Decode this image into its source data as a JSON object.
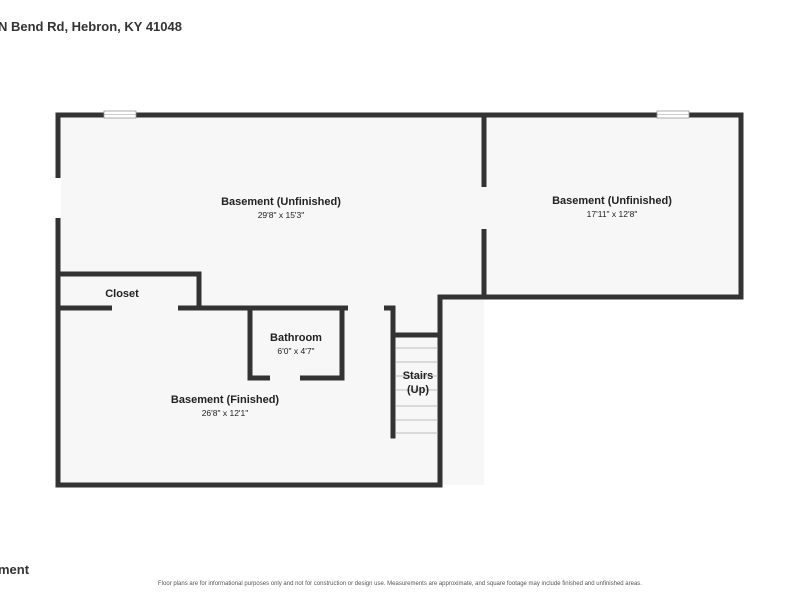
{
  "header": {
    "address": "N Bend Rd, Hebron, KY 41048"
  },
  "footer": {
    "floor_label": "ment",
    "disclaimer": "Floor plans are for informational purposes only and not for construction or design use. Measurements are approximate, and square footage may include finished and unfinished areas."
  },
  "rooms": {
    "basement_unfinished_left": {
      "name": "Basement (Unfinished)",
      "dims": "29'8\" x 15'3\""
    },
    "basement_unfinished_right": {
      "name": "Basement (Unfinished)",
      "dims": "17'11\" x 12'8\""
    },
    "closet": {
      "name": "Closet"
    },
    "bathroom": {
      "name": "Bathroom",
      "dims": "6'0\" x 4'7\""
    },
    "basement_finished": {
      "name": "Basement (Finished)",
      "dims": "26'8\" x 12'1\""
    },
    "stairs": {
      "name_line1": "Stairs",
      "name_line2": "(Up)"
    }
  },
  "colors": {
    "wall": "#333333",
    "floor": "#f7f7f7",
    "opening": "#ffffff"
  }
}
